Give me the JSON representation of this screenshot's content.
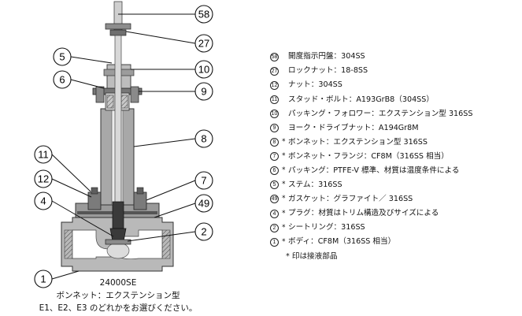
{
  "callouts": [
    "58",
    "27",
    "5",
    "10",
    "6",
    "9",
    "8",
    "11",
    "12",
    "7",
    "4",
    "49",
    "2",
    "1"
  ],
  "caption": {
    "model": "24000SE",
    "line1": "ボンネット：エクステンション型",
    "line2": "E1、E2、E3 のどれかをお選びください。"
  },
  "legend": [
    {
      "num": "58",
      "star": "",
      "text": "開度指示円盤：304SS"
    },
    {
      "num": "27",
      "star": "",
      "text": "ロックナット：18-8SS"
    },
    {
      "num": "12",
      "star": "",
      "text": "ナット：304SS"
    },
    {
      "num": "11",
      "star": "",
      "text": "スタッド・ボルト：A193GrB8（304SS）"
    },
    {
      "num": "10",
      "star": "",
      "text": "パッキング・フォロワー：エクステンション型 316SS"
    },
    {
      "num": "9",
      "star": "",
      "text": "ヨーク・ドライブナット：A194Gr8M"
    },
    {
      "num": "8",
      "star": "*",
      "text": "ボンネット：エクステンション型 316SS"
    },
    {
      "num": "7",
      "star": "*",
      "text": "ボンネット・フランジ：CF8M（316SS 相当）"
    },
    {
      "num": "6",
      "star": "*",
      "text": "パッキング：PTFE-V 標準、材質は温度条件による"
    },
    {
      "num": "5",
      "star": "*",
      "text": "ステム：316SS"
    },
    {
      "num": "49",
      "star": "*",
      "text": "ガスケット：グラファイト／ 316SS"
    },
    {
      "num": "4",
      "star": "*",
      "text": "プラグ：材質はトリム構造及びサイズによる"
    },
    {
      "num": "2",
      "star": "*",
      "text": "シートリング：316SS"
    },
    {
      "num": "1",
      "star": "*",
      "text": "ボディ：CF8M（316SS 相当）"
    }
  ],
  "note": "* 印は接液部品"
}
